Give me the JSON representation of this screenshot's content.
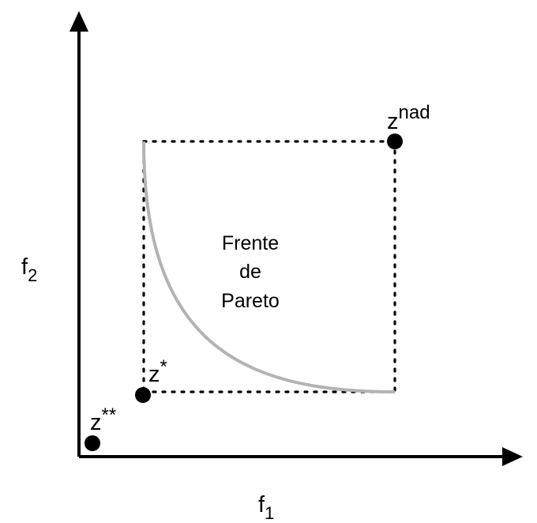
{
  "axes": {
    "x_label": "f",
    "x_label_sub": "1",
    "y_label": "f",
    "y_label_sub": "2"
  },
  "points": {
    "ideal": {
      "label": "z",
      "sup": "*"
    },
    "utopian": {
      "label": "z",
      "sup": "**"
    },
    "nadir": {
      "label": "z",
      "sup": "nad"
    }
  },
  "front_label": [
    "Frente",
    "de",
    "Pareto"
  ],
  "colors": {
    "axes": "#000000",
    "front_curve": "#b3b3b3",
    "points": "#000000",
    "bounding_box": "#000000"
  }
}
